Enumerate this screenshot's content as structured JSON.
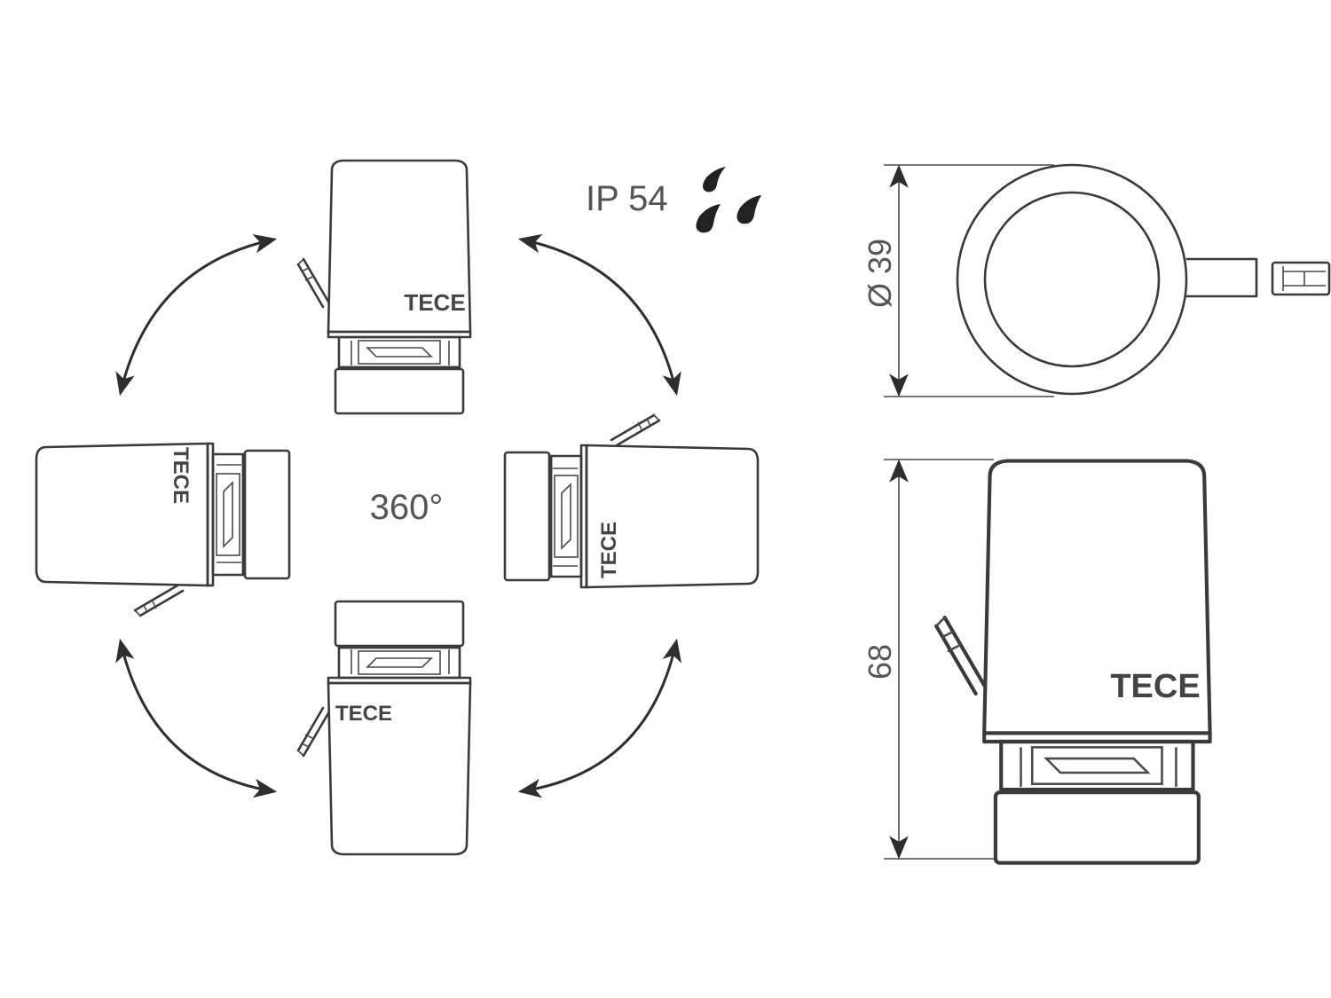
{
  "rotation_label": "360°",
  "ip_rating": "IP 54",
  "dimensions": {
    "diameter": "Ø 39",
    "height": "68"
  },
  "brand_mark": "TECE",
  "colors": {
    "line": "#3a3a3a",
    "text": "#555555",
    "background": "#ffffff"
  },
  "icons": [
    "water-drop-icon",
    "rotation-arrow-icon",
    "dimension-arrow-icon"
  ]
}
